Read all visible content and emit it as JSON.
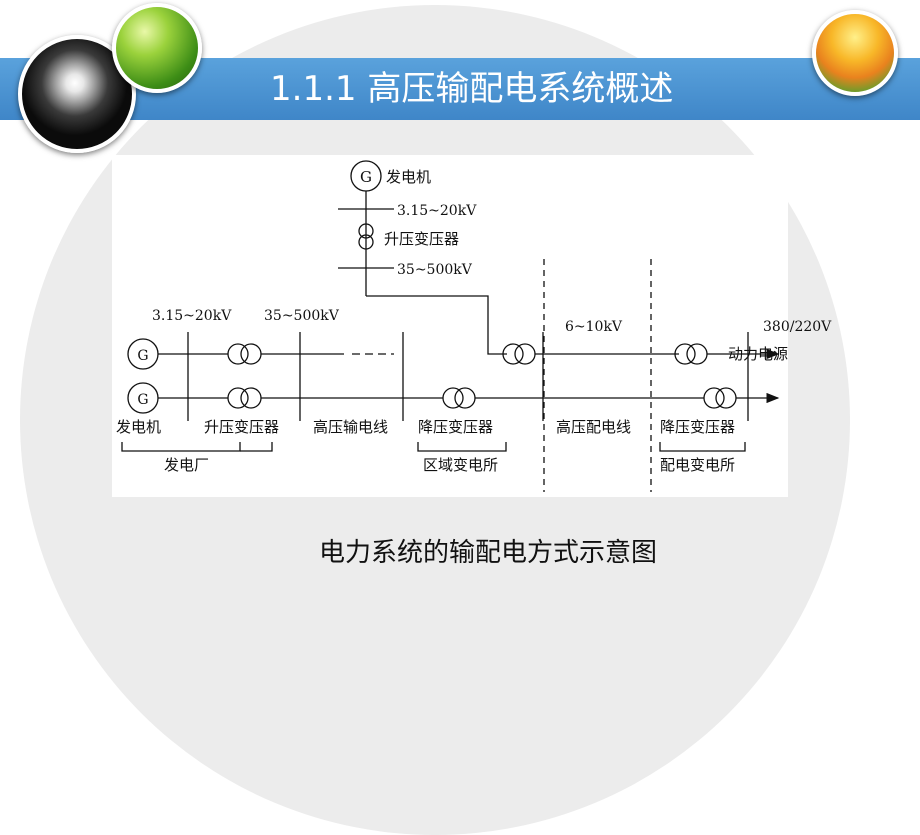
{
  "slide": {
    "title": "1.1.1 高压输配电系统概述",
    "caption": "电力系统的输配电方式示意图"
  },
  "diagram": {
    "top_gen_label": "发电机",
    "top_v1": "3.15~20kV",
    "top_transformer_label": "升压变压器",
    "top_v2": "35~500kV",
    "gen_symbol": "G",
    "left_v1": "3.15~20kV",
    "left_v2": "35~500kV",
    "mid_v": "6~10kV",
    "right_v": "380/220V",
    "power_label": "动力电源",
    "bottom_gen": "发电机",
    "bottom_step_up": "升压变压器",
    "bottom_hv_line": "高压输电线",
    "bottom_step_down_1": "降压变压器",
    "bottom_hv_dist": "高压配电线",
    "bottom_step_down_2": "降压变压器",
    "group_plant": "发电厂",
    "group_region": "区域变电所",
    "group_dist": "配电变电所"
  },
  "colors": {
    "title_bar": "#4a92d2",
    "background_circle": "#ececec"
  }
}
